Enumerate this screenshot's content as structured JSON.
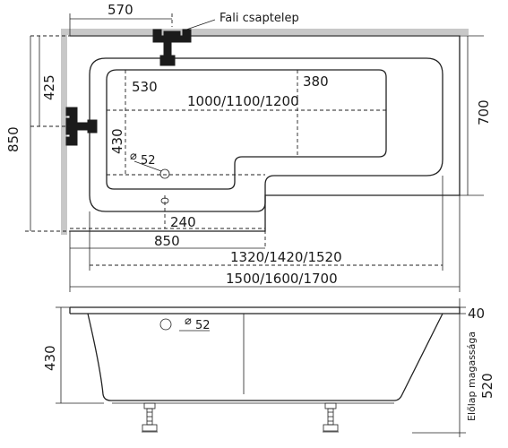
{
  "top_view": {
    "faucet_label": "Fali csaptelep",
    "dim_570": "570",
    "dim_425": "425",
    "dim_850_vert": "850",
    "dim_700": "700",
    "dim_530": "530",
    "dim_380": "380",
    "dim_basin_length": "1000/1100/1200",
    "dim_430": "430",
    "drain_diameter": "52",
    "dim_240": "240",
    "dim_850_horiz": "850",
    "dim_inner_length": "1320/1420/1520",
    "dim_overall_length": "1500/1600/1700"
  },
  "side_view": {
    "overflow_diameter": "52",
    "dim_430": "430",
    "dim_40": "40",
    "dim_520": "520",
    "front_panel_height_label": "Előlap magassága"
  }
}
